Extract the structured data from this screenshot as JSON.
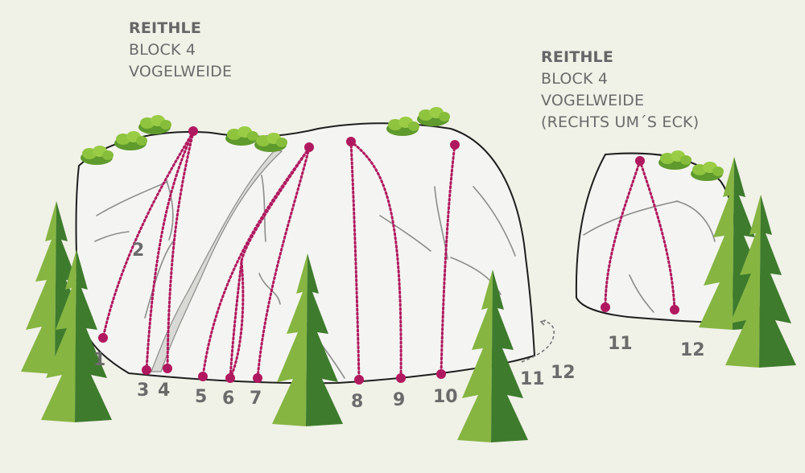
{
  "labels": {
    "left": {
      "title": "REITHLE",
      "line2": "BLOCK 4",
      "line3": "VOGELWEIDE"
    },
    "right": {
      "title": "REITHLE",
      "line2": "BLOCK 4",
      "line3": "VOGELWEIDE",
      "line4": "(RECHTS UM´S ECK)"
    }
  },
  "routes_main": [
    "1",
    "2",
    "3",
    "4",
    "5",
    "6",
    "7",
    "8",
    "9",
    "10",
    "11",
    "12"
  ],
  "routes_right": [
    "11",
    "12"
  ],
  "colors": {
    "route": "#b0195f",
    "tree_light": "#7fae3c",
    "tree_dark": "#3f7a2e",
    "text": "#6b6b6b",
    "background": "#f0f1e7"
  }
}
